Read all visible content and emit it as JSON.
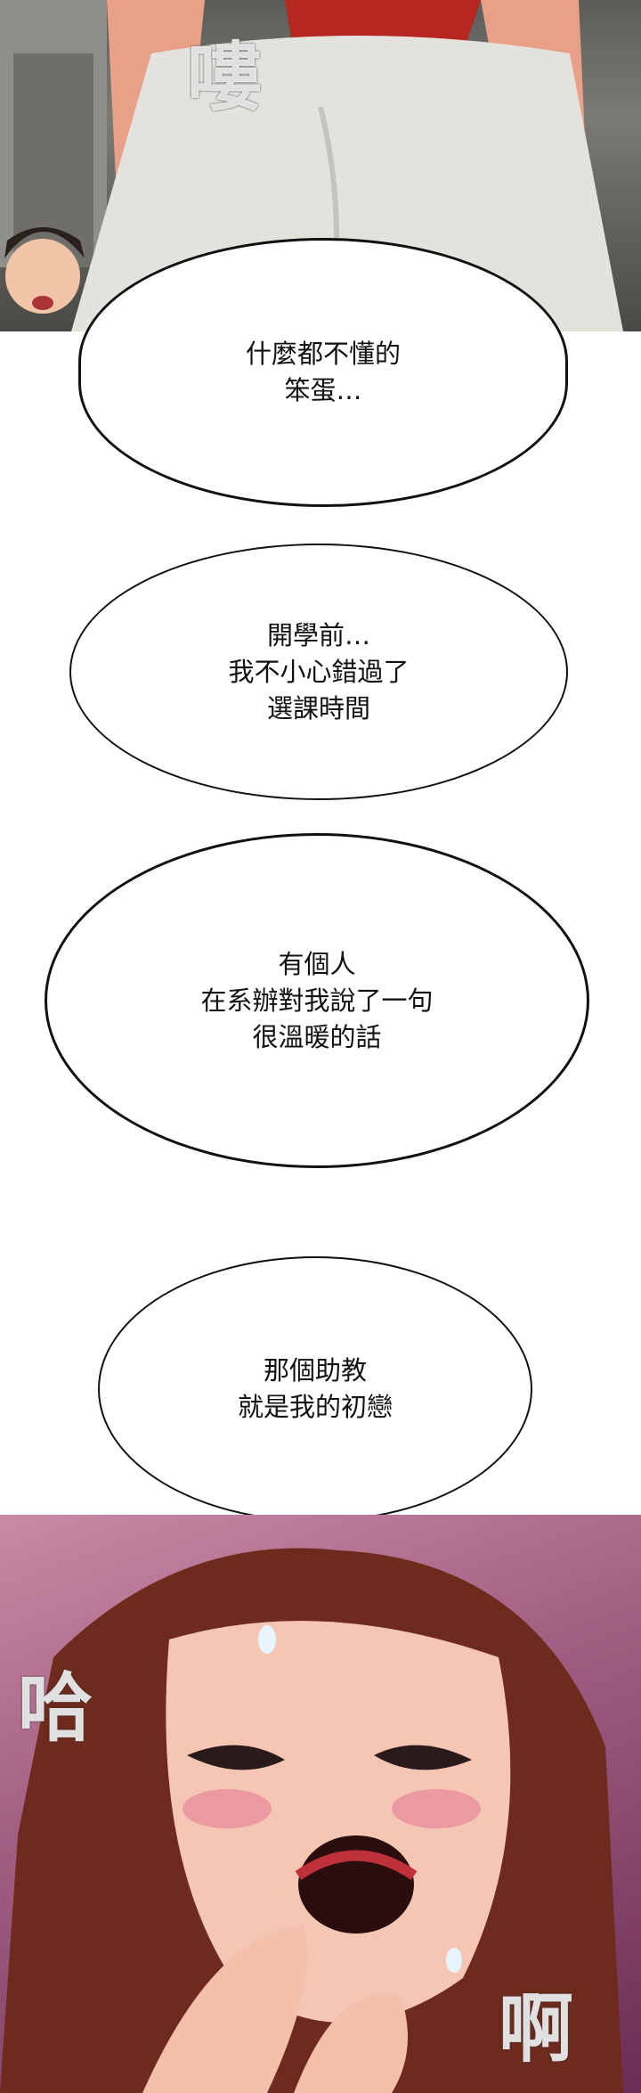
{
  "panels": {
    "top": {
      "sfx": "嘍"
    },
    "bottom": {
      "sfx_left": "哈",
      "sfx_right": "啊"
    }
  },
  "bubbles": [
    {
      "text": "什麼都不懂的\n笨蛋…"
    },
    {
      "text": "開學前…\n我不小心錯過了\n選課時間"
    },
    {
      "text": "有個人\n在系辦對我說了一句\n很溫暖的話"
    },
    {
      "text": "那個助教\n就是我的初戀"
    }
  ],
  "colors": {
    "bubble_fill": "#ffffff",
    "bubble_stroke": "#111111",
    "text": "#111111"
  }
}
